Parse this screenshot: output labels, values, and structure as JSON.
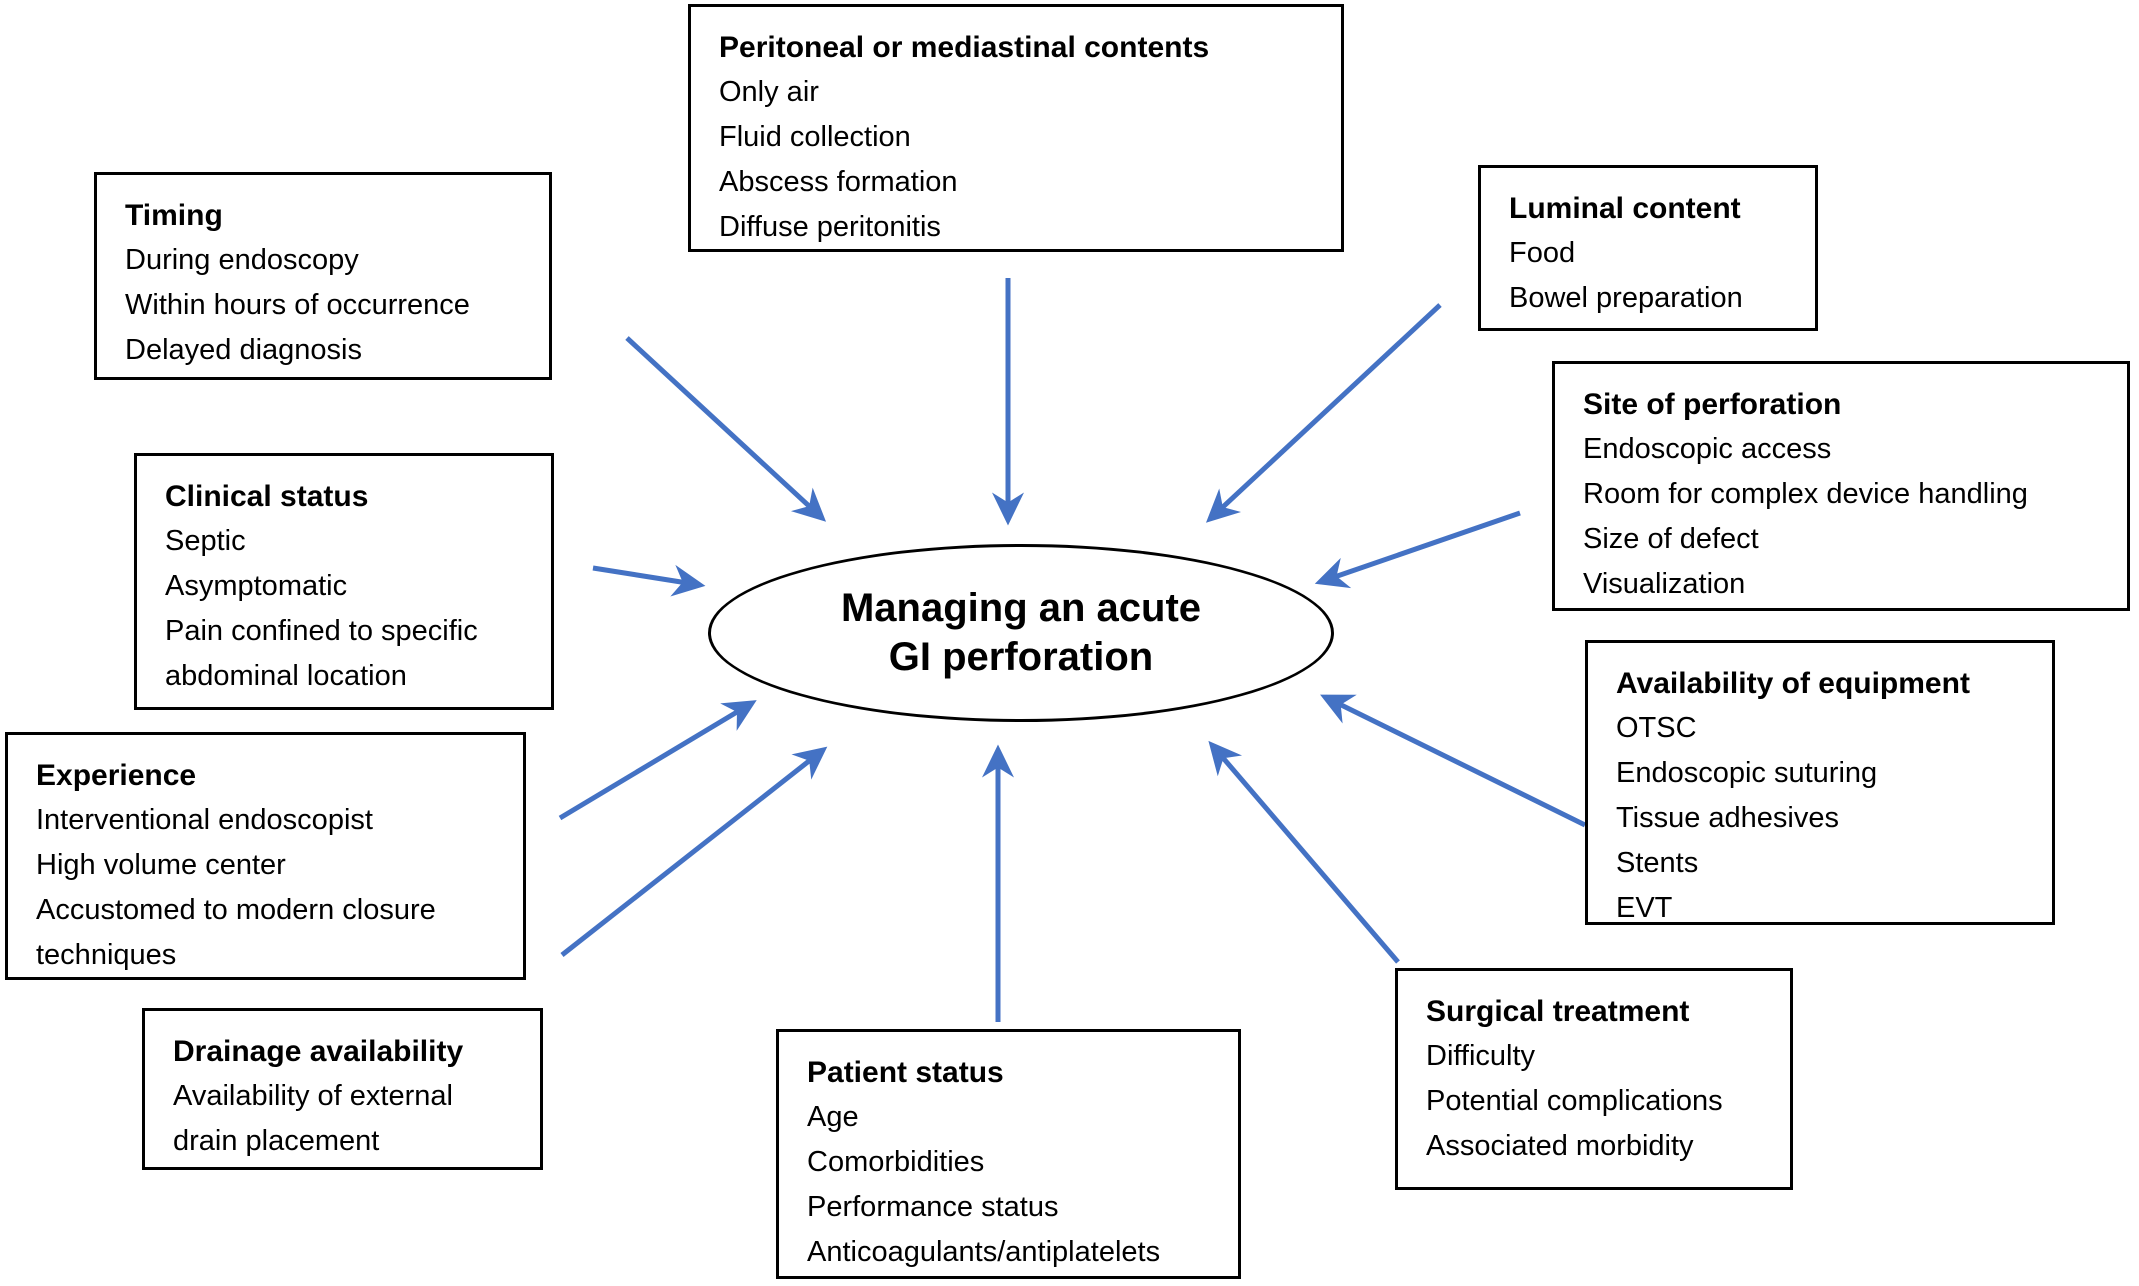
{
  "diagram": {
    "center": {
      "line1": "Managing an acute",
      "line2": "GI perforation"
    },
    "boxes": [
      {
        "id": "peritoneal",
        "title": "Peritoneal or mediastinal contents",
        "items": [
          "Only air",
          "Fluid collection",
          "Abscess formation",
          "Diffuse peritonitis"
        ]
      },
      {
        "id": "timing",
        "title": "Timing",
        "items": [
          "During endoscopy",
          "Within hours of occurrence",
          "Delayed diagnosis"
        ]
      },
      {
        "id": "luminal",
        "title": "Luminal content",
        "items": [
          "Food",
          "Bowel preparation"
        ]
      },
      {
        "id": "site",
        "title": "Site of perforation",
        "items": [
          "Endoscopic access",
          "Room for complex device handling",
          "Size of defect",
          "Visualization"
        ]
      },
      {
        "id": "clinical",
        "title": "Clinical status",
        "items": [
          "Septic",
          "Asymptomatic",
          "Pain confined to specific abdominal location"
        ]
      },
      {
        "id": "equipment",
        "title": "Availability of equipment",
        "items": [
          "OTSC",
          "Endoscopic suturing",
          "Tissue adhesives",
          "Stents",
          "EVT"
        ]
      },
      {
        "id": "experience",
        "title": "Experience",
        "items": [
          "Interventional endoscopist",
          "High volume center",
          "Accustomed to modern closure techniques"
        ]
      },
      {
        "id": "drainage",
        "title": "Drainage availability",
        "items": [
          "Availability of external drain placement"
        ]
      },
      {
        "id": "patient",
        "title": "Patient status",
        "items": [
          "Age",
          "Comorbidities",
          "Performance status",
          "Anticoagulants/antiplatelets"
        ]
      },
      {
        "id": "surgical",
        "title": "Surgical treatment",
        "items": [
          "Difficulty",
          "Potential complications",
          "Associated morbidity"
        ]
      }
    ],
    "colors": {
      "arrow": "#4472C4",
      "box_border": "#000000",
      "background": "#ffffff",
      "text": "#000000"
    }
  }
}
